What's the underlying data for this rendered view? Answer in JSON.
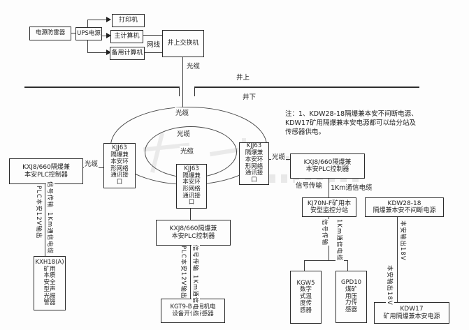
{
  "colors": {
    "background": "#fdfdfd",
    "line": "#3a3a3a",
    "text": "#1f1f1f",
    "watermark": "#d4d4d4"
  },
  "top_section": {
    "surge_protector": "电源防雷器",
    "ups": "UPS电源",
    "printer": "打印机",
    "main_computer": "主计算机",
    "backup_computer": "备用计算机",
    "network_cable_label": "网线",
    "surface_switch": "井上交换机"
  },
  "labels": {
    "fiber": "光缆",
    "aboveground": "井上",
    "underground": "井下",
    "signal": "信号传输",
    "cable_1km": "1Km通信电缆",
    "plc_12v": "PLC本安12V输出",
    "isafe_18v": "本安输出18V"
  },
  "nodes": {
    "plc_controller": "KXJ8/660隔爆兼\n本安PLC控制器",
    "ring_interface": "KJJ63\n隔爆兼\n本安环\n形网络\n通讯接\n口",
    "substation": "KJ70N-F矿用本\n安型监控分站",
    "ups_underground": "KDW28-18\n隔爆兼本安不间断电源",
    "power_kdw17": "KDW17\n矿用隔爆兼本安电源",
    "sensor_kgt9": "KGT9-B矿用机电\n设备开停传感器",
    "alarm_kxh18": "KXH18(A)\n矿用\n本质\n安全\n型声\n光报\n警器",
    "sensor_kgw5": "KGW5\n数字\n式温\n度传\n感器",
    "sensor_gpd10": "GPD10\n煤矿\n用压\n力传\n感器"
  },
  "note": "注：1、KDW28-18隔爆兼本安不间断电源、\nKDW17矿用隔爆兼本安电源都可以给分站及\n传感器供电。"
}
